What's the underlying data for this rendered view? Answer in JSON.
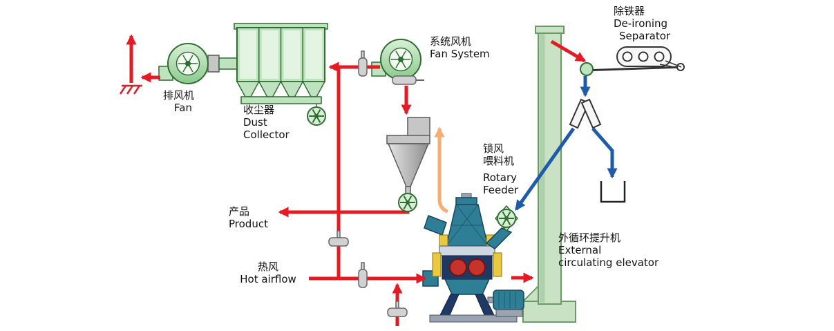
{
  "diagram": {
    "labels": {
      "exhaust_fan": {
        "zh": "排风机",
        "en": "Fan"
      },
      "dust_collector": {
        "zh": "收尘器",
        "en_line1": "Dust",
        "en_line2": "Collector"
      },
      "system_fan": {
        "zh": "系统风机",
        "en": "Fan System"
      },
      "de_ironing_separator": {
        "zh": "除铁器",
        "en_line1": "De-ironing",
        "en_line2": "Separator"
      },
      "rotary_feeder": {
        "zh_line1": "锁风",
        "zh_line2": "喂料机",
        "en_line1": "Rotary",
        "en_line2": "Feeder"
      },
      "product": {
        "zh": "产品",
        "en": "Product"
      },
      "hot_airflow": {
        "zh": "热风",
        "en": "Hot airflow"
      },
      "external_elevator": {
        "zh": "外循环提升机",
        "en_line1": "External",
        "en_line2": "circulating elevator"
      }
    },
    "colors": {
      "airflow_red": "#e51a23",
      "material_blue": "#1e5cab",
      "recirc_orange": "#f6ac72",
      "equipment_green_stroke": "#2f6e31",
      "elevator_green": "#c9e2c4",
      "mill_teal": "#2e7f96",
      "mill_navy": "#1f3864",
      "mill_yellow": "#eac93f",
      "roller_red": "#c5332b",
      "text_color": "#111111"
    }
  }
}
